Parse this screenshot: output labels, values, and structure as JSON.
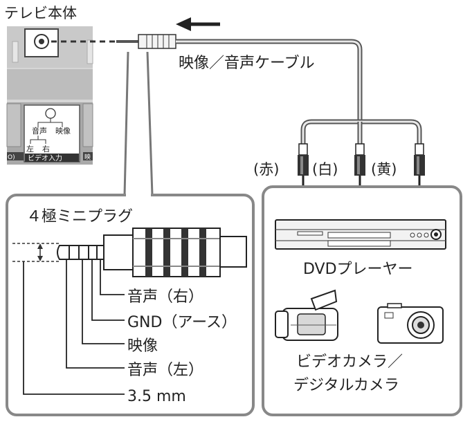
{
  "tv": {
    "title": "テレビ本体",
    "panel_audio": "音声",
    "panel_video": "映像",
    "panel_left": "左",
    "panel_right": "右",
    "panel_input": "ビデオ入力",
    "edge_left": "O)",
    "edge_right": "映"
  },
  "cable": {
    "label": "映像／音声ケーブル",
    "plug_red": "(赤)",
    "plug_white": "(白)",
    "plug_yellow": "(黄)"
  },
  "miniplug": {
    "title": "４極ミニプラグ",
    "pins": [
      "音声（右）",
      "GND（アース）",
      "映像",
      "音声（左）",
      "3.5 mm"
    ]
  },
  "devices": {
    "dvd": "DVDプレーヤー",
    "camera_line1": "ビデオカメラ／",
    "camera_line2": "デジタルカメラ"
  }
}
